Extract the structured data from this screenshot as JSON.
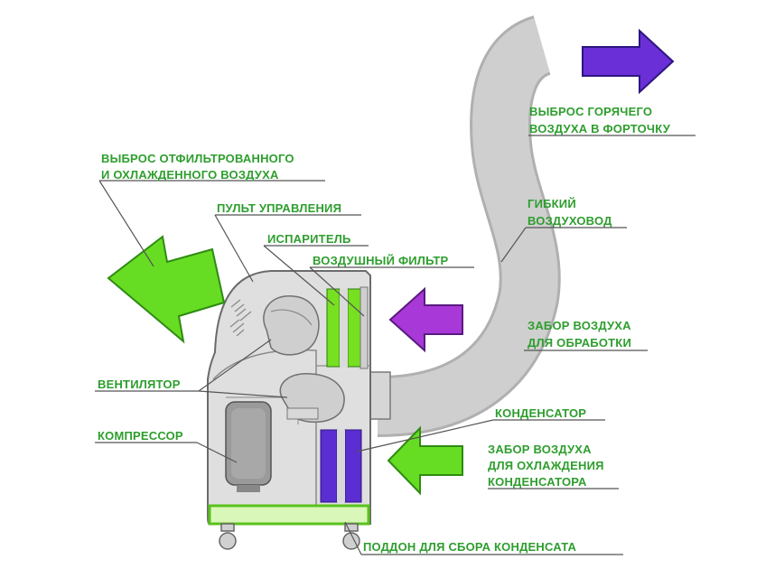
{
  "labels": {
    "filtered_air_out": [
      "ВЫБРОС ОТФИЛЬТРОВАННОГО",
      "И ОХЛАЖДЕННОГО ВОЗДУХА"
    ],
    "control_panel": "ПУЛЬТ УПРАВЛЕНИЯ",
    "evaporator": "ИСПАРИТЕЛЬ",
    "air_filter": "ВОЗДУШНЫЙ ФИЛЬТР",
    "hot_air_out": [
      "ВЫБРОС ГОРЯЧЕГО",
      "ВОЗДУХА В ФОРТОЧКУ"
    ],
    "flexible_duct": [
      "ГИБКИЙ",
      "ВОЗДУХОВОД"
    ],
    "air_intake_processing": [
      "ЗАБОР ВОЗДУХА",
      "ДЛЯ ОБРАБОТКИ"
    ],
    "fan": "ВЕНТИЛЯТОР",
    "condenser": "КОНДЕНСАТОР",
    "compressor": "КОМПРЕССОР",
    "air_intake_condenser": [
      "ЗАБОР ВОЗДУХА",
      "ДЛЯ ОХЛАЖДЕНИЯ",
      "КОНДЕНСАТОРА"
    ],
    "condensate_tray": "ПОДДОН ДЛЯ СБОРА КОНДЕНСАТА"
  },
  "colors": {
    "label_green": "#2e9e2e",
    "arrow_green": "#66dd22",
    "arrow_purple": "#6a2fd6",
    "arrow_magenta": "#a838d8",
    "unit_body": "#dcdcdc",
    "duct_gray": "#c9c9c9",
    "outline": "#6b6b6b"
  }
}
